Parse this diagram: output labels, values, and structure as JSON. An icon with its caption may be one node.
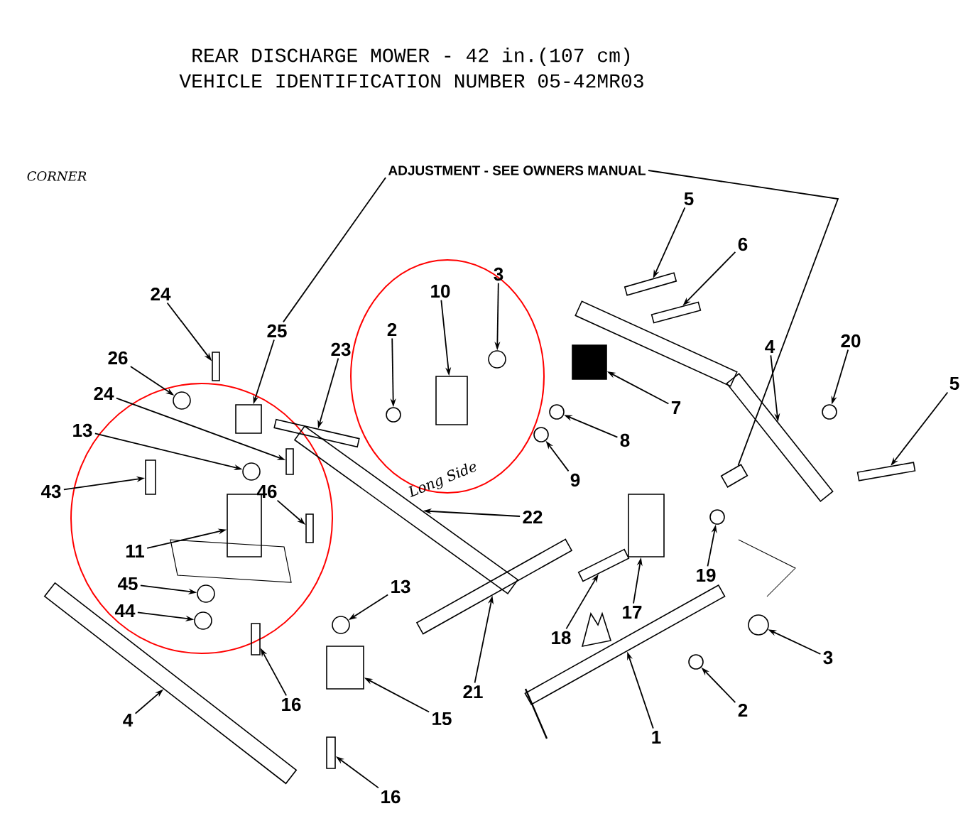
{
  "diagram": {
    "title": "REAR DISCHARGE MOWER - 42 in.(107 cm)",
    "nodes": [
      {
        "text": [
          "ADJUSTMENT - SEE OWNERS MANUAL"
        ]
      },
      {
        "text": [
          "5"
        ]
      },
      {
        "text": [
          "6"
        ]
      },
      {
        "text": [
          "3"
        ]
      },
      {
        "text": [
          "10"
        ]
      },
      {
        "text": [
          "24"
        ]
      },
      {
        "text": [
          "2"
        ]
      },
      {
        "text": [
          "25"
        ]
      },
      {
        "text": [
          "4"
        ]
      },
      {
        "text": [
          "20"
        ]
      },
      {
        "text": [
          "23"
        ]
      },
      {
        "text": [
          "26"
        ]
      },
      {
        "text": [
          "5"
        ]
      },
      {
        "text": [
          "24"
        ]
      },
      {
        "text": [
          "7"
        ]
      },
      {
        "text": [
          "13"
        ]
      },
      {
        "text": [
          "8"
        ]
      },
      {
        "text": [
          "9"
        ]
      },
      {
        "text": [
          "46"
        ]
      },
      {
        "text": [
          "43"
        ]
      },
      {
        "text": [
          "22"
        ]
      },
      {
        "text": [
          "11"
        ]
      },
      {
        "text": [
          "19"
        ]
      },
      {
        "text": [
          "45"
        ]
      },
      {
        "text": [
          "13"
        ]
      },
      {
        "text": [
          "17"
        ]
      },
      {
        "text": [
          "44"
        ]
      },
      {
        "text": [
          "18"
        ]
      },
      {
        "text": [
          "3"
        ]
      },
      {
        "text": [
          "21"
        ]
      },
      {
        "text": [
          "16"
        ]
      },
      {
        "text": [
          "2"
        ]
      },
      {
        "text": [
          "15"
        ]
      },
      {
        "text": [
          "4"
        ]
      },
      {
        "text": [
          "1"
        ]
      },
      {
        "text": [
          "16"
        ]
      },
      {
        "text": [],
        "shape": "bar"
      },
      {
        "text": [],
        "shape": "bar"
      },
      {
        "text": [],
        "shape": "bar"
      },
      {
        "text": [],
        "shape": "circle"
      },
      {
        "text": [],
        "shape": "box"
      },
      {
        "text": [],
        "shape": "bar"
      },
      {
        "text": [],
        "shape": "circle"
      },
      {
        "text": [],
        "shape": "box"
      },
      {
        "text": [],
        "shape": "circle"
      },
      {
        "text": [],
        "shape": "circle"
      },
      {
        "text": [],
        "shape": "circle"
      },
      {
        "text": [],
        "shape": "box"
      },
      {
        "text": [],
        "shape": "bar"
      },
      {
        "text": [],
        "shape": "circle"
      },
      {
        "text": [],
        "shape": "bar"
      },
      {
        "text": [],
        "shape": "bar"
      },
      {
        "text": [],
        "shape": "circle"
      },
      {
        "text": [],
        "shape": "bar"
      },
      {
        "text": [],
        "shape": "bar"
      },
      {
        "text": [],
        "shape": "bar"
      },
      {
        "text": [],
        "shape": "circle"
      },
      {
        "text": [],
        "shape": "box"
      },
      {
        "text": [],
        "shape": "box"
      },
      {
        "text": [],
        "shape": "bar"
      },
      {
        "text": [],
        "shape": "bar"
      },
      {
        "text": [],
        "shape": "bar"
      },
      {
        "text": [],
        "shape": "circle"
      },
      {
        "text": [],
        "shape": "circle"
      },
      {
        "text": [],
        "shape": "circle"
      },
      {
        "text": [],
        "shape": "circle"
      },
      {
        "text": [],
        "shape": "bar"
      },
      {
        "text": [],
        "shape": "bar"
      },
      {
        "text": [],
        "shape": "circle"
      },
      {
        "text": [],
        "shape": "box"
      },
      {
        "text": [],
        "shape": "bar"
      },
      {
        "text": [],
        "shape": "bar"
      },
      {
        "text": [],
        "shape": "bar"
      }
    ],
    "edges": [
      {
        "from": 0,
        "to": 7,
        "arrow": "none"
      },
      {
        "from": 0,
        "to": 53,
        "arrow": "none"
      },
      {
        "from": 1,
        "to": 36,
        "arrow": "to"
      },
      {
        "from": 2,
        "to": 37,
        "arrow": "to"
      },
      {
        "from": 3,
        "to": 39,
        "arrow": "to"
      },
      {
        "from": 4,
        "to": 43,
        "arrow": "to"
      },
      {
        "from": 5,
        "to": 41,
        "arrow": "to"
      },
      {
        "from": 6,
        "to": 46,
        "arrow": "to"
      },
      {
        "from": 7,
        "to": 47,
        "arrow": "to"
      },
      {
        "from": 8,
        "to": 38,
        "arrow": "to"
      },
      {
        "from": 9,
        "to": 44,
        "arrow": "to"
      },
      {
        "from": 10,
        "to": 48,
        "arrow": "to"
      },
      {
        "from": 11,
        "to": 42,
        "arrow": "to"
      },
      {
        "from": 12,
        "to": 51,
        "arrow": "to"
      },
      {
        "from": 13,
        "to": 50,
        "arrow": "to"
      },
      {
        "from": 14,
        "to": 40,
        "arrow": "to"
      },
      {
        "from": 15,
        "to": 52,
        "arrow": "to"
      },
      {
        "from": 16,
        "to": 45,
        "arrow": "to"
      },
      {
        "from": 17,
        "to": 49,
        "arrow": "to"
      },
      {
        "from": 18,
        "to": 59,
        "arrow": "to"
      },
      {
        "from": 19,
        "to": 54,
        "arrow": "to"
      },
      {
        "from": 20,
        "to": 55,
        "arrow": "to"
      },
      {
        "from": 21,
        "to": 57,
        "arrow": "to"
      },
      {
        "from": 22,
        "to": 56,
        "arrow": "to"
      },
      {
        "from": 23,
        "to": 62,
        "arrow": "to"
      },
      {
        "from": 24,
        "to": 64,
        "arrow": "to"
      },
      {
        "from": 25,
        "to": 58,
        "arrow": "to"
      },
      {
        "from": 26,
        "to": 63,
        "arrow": "to"
      },
      {
        "from": 27,
        "to": 60,
        "arrow": "to"
      },
      {
        "from": 28,
        "to": 65,
        "arrow": "to"
      },
      {
        "from": 29,
        "to": 61,
        "arrow": "to"
      },
      {
        "from": 30,
        "to": 66,
        "arrow": "to"
      },
      {
        "from": 31,
        "to": 68,
        "arrow": "to"
      },
      {
        "from": 32,
        "to": 69,
        "arrow": "to"
      },
      {
        "from": 33,
        "to": 70,
        "arrow": "to"
      },
      {
        "from": 34,
        "to": 67,
        "arrow": "to"
      },
      {
        "from": 35,
        "to": 71,
        "arrow": "to"
      }
    ],
    "labels": [
      "VEHICLE IDENTIFICATION NUMBER 05-42MR03",
      "CORNER",
      "Long Side"
    ]
  }
}
